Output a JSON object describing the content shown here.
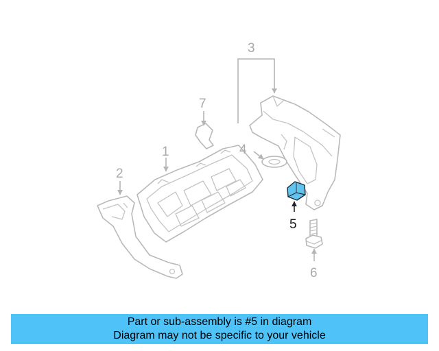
{
  "diagram": {
    "callouts": {
      "c1": "1",
      "c2": "2",
      "c3": "3",
      "c4": "4",
      "c5": "5",
      "c6": "6",
      "c7": "7"
    },
    "highlight_color": "#63c3ef",
    "highlighted_part": "5"
  },
  "banner": {
    "line1": "Part or sub-assembly is #5 in diagram",
    "line2": "Diagram may not be specific to your vehicle",
    "background": "#4fc3f7"
  }
}
